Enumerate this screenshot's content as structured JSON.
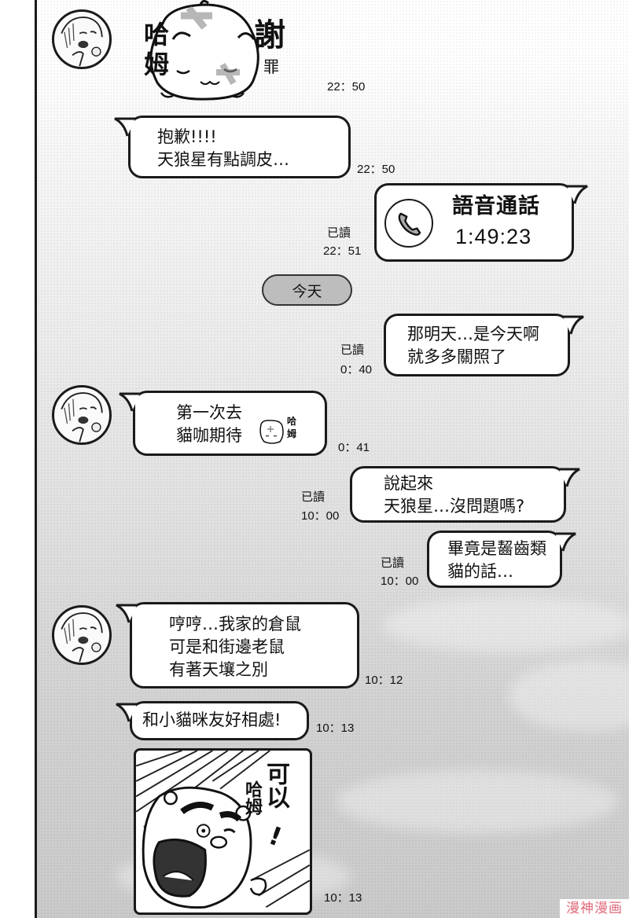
{
  "chat": {
    "messages": [
      {
        "id": "m1",
        "side": "left",
        "type": "sticker",
        "sticker_text": [
          "哈",
          "姆"
        ],
        "sticker_side_text": [
          "謝",
          "罪"
        ],
        "sticker_name": "hamster-apology-sticker",
        "time": "22：50"
      },
      {
        "id": "m2",
        "side": "left",
        "type": "text",
        "lines": [
          "抱歉!!!!",
          "天狼星有點調皮…"
        ],
        "time": "22：50"
      },
      {
        "id": "m3",
        "side": "right",
        "type": "call",
        "call_label": "語音通話",
        "duration": "1:49:23",
        "read": "已讀",
        "time": "22：51"
      },
      {
        "id": "m4",
        "side": "right",
        "type": "text",
        "lines": [
          "那明天…是今天啊",
          "就多多關照了"
        ],
        "read": "已讀",
        "time": "0：40"
      },
      {
        "id": "m5",
        "side": "left",
        "type": "text",
        "lines": [
          "第一次去",
          "貓咖期待"
        ],
        "inline_sticker_text": [
          "哈",
          "姆"
        ],
        "time": "0：41"
      },
      {
        "id": "m6",
        "side": "right",
        "type": "text",
        "lines": [
          "說起來",
          "天狼星…沒問題嗎?"
        ],
        "read": "已讀",
        "time": "10：00"
      },
      {
        "id": "m7",
        "side": "right",
        "type": "text",
        "lines": [
          "畢竟是齧齒類",
          "貓的話…"
        ],
        "read": "已讀",
        "time": "10：00"
      },
      {
        "id": "m8",
        "side": "left",
        "type": "text",
        "lines": [
          "哼哼…我家的倉鼠",
          "可是和街邊老鼠",
          "有著天壤之別"
        ],
        "time": "10：12"
      },
      {
        "id": "m9",
        "side": "left",
        "type": "text",
        "lines": [
          "和小貓咪友好相處!"
        ],
        "time": "10：13"
      },
      {
        "id": "m10",
        "side": "left",
        "type": "image",
        "image_text": [
          "可以",
          "哈姆"
        ],
        "image_exclaim": "!",
        "time": "10：13"
      }
    ],
    "date_divider": "今天"
  },
  "watermark": "漫神漫画",
  "colors": {
    "ink": "#1a1a1a",
    "bubble": "#ffffff",
    "pill": "#bdbdbd",
    "watermark": "#e06a7a",
    "bg_top": "#ffffff",
    "bg_bottom": "#cacaca"
  }
}
